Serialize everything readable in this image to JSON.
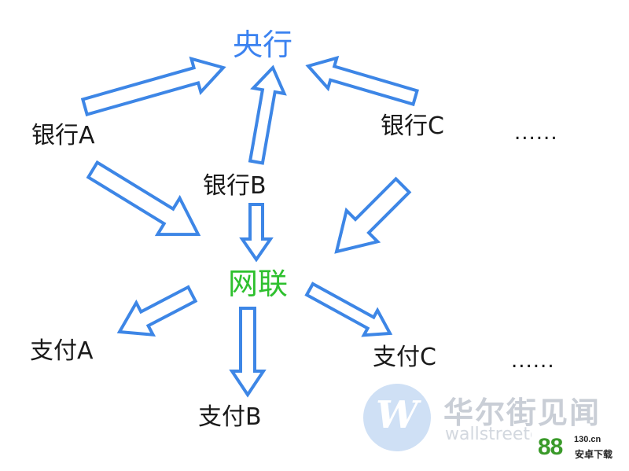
{
  "colors": {
    "arrow_fill": "#ffffff",
    "arrow_stroke": "#3d86e6",
    "central_bank": "#3b82f0",
    "clearing_hub": "#2ec02e",
    "text": "#1a1a1a"
  },
  "nodes": {
    "central_bank": "央行",
    "clearing_hub": "网联",
    "bank_a": "银行A",
    "bank_b": "银行B",
    "bank_c": "银行C",
    "bank_more": "......",
    "pay_a": "支付A",
    "pay_b": "支付B",
    "pay_c": "支付C",
    "pay_more": "......"
  },
  "watermark": {
    "name_cn": "华尔街见闻",
    "name_en": "wallstreetcn",
    "logo_letter": "W"
  },
  "brand": {
    "number": "88",
    "superscript": "130.cn",
    "label": "安卓下载"
  },
  "edges": [
    {
      "from": "bank_a",
      "to": "central_bank"
    },
    {
      "from": "bank_b",
      "to": "central_bank"
    },
    {
      "from": "bank_c",
      "to": "central_bank"
    },
    {
      "from": "bank_a",
      "to": "clearing_hub"
    },
    {
      "from": "bank_b",
      "to": "clearing_hub"
    },
    {
      "from": "bank_c",
      "to": "clearing_hub"
    },
    {
      "from": "clearing_hub",
      "to": "pay_a"
    },
    {
      "from": "clearing_hub",
      "to": "pay_b"
    },
    {
      "from": "clearing_hub",
      "to": "pay_c"
    }
  ]
}
